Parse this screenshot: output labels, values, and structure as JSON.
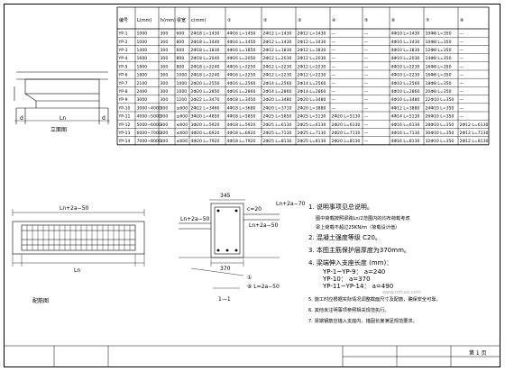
{
  "drawing": {
    "title_block": {
      "page": "第 1 页"
    },
    "table": {
      "headers": [
        "编号",
        "L(mm)",
        "h(mm)",
        "梁宽",
        "c(mm)",
        "①",
        "②",
        "③",
        "④",
        "⑤",
        "⑥",
        "⑦",
        "⑧"
      ],
      "rows": [
        [
          "YP-1",
          "1000",
          "300",
          "600",
          "2Φ18 L=1430",
          "4Φ16 L=1450",
          "2Φ12 L=1430",
          "2Φ12 L=1430",
          "—",
          "—",
          "4Φ10 L=1430",
          "10Φ8 L=350",
          "—"
        ],
        [
          "YP-2",
          "1000",
          "300",
          "800",
          "2Φ18 L=1440",
          "4Φ16 L=1450",
          "2Φ12 L=1430",
          "2Φ12 L=1430",
          "—",
          "—",
          "4Φ10 L=1430",
          "10Φ8 L=350",
          "—"
        ],
        [
          "YP-3",
          "1400",
          "300",
          "600",
          "2Φ18 L=1830",
          "4Φ16 L=1850",
          "2Φ12 L=1830",
          "2Φ12 L=1830",
          "—",
          "—",
          "4Φ10 L=1830",
          "12Φ8 L=350",
          "—"
        ],
        [
          "YP-4",
          "1600",
          "300",
          "800",
          "2Φ18 L=2040",
          "4Φ16 L=2050",
          "2Φ12 L=2030",
          "2Φ12 L=2030",
          "—",
          "—",
          "4Φ10 L=2030",
          "14Φ8 L=350",
          "—"
        ],
        [
          "YP-5",
          "1800",
          "300",
          "800",
          "2Φ18 L=2240",
          "4Φ16 L=2250",
          "2Φ12 L=2230",
          "2Φ12 L=2230",
          "—",
          "—",
          "4Φ10 L=2230",
          "16Φ8 L=350",
          "—"
        ],
        [
          "YP-6",
          "1800",
          "300",
          "1000",
          "2Φ18 L=2240",
          "4Φ16 L=2250",
          "2Φ12 L=2230",
          "2Φ12 L=2230",
          "—",
          "—",
          "4Φ10 L=2230",
          "16Φ8 L=350",
          "—"
        ],
        [
          "YP-7",
          "2100",
          "300",
          "1000",
          "2Φ20 L=2550",
          "4Φ16 L=2560",
          "2Φ14 L=2560",
          "2Φ14 L=2560",
          "—",
          "—",
          "4Φ10 L=2560",
          "18Φ8 L=350",
          "—"
        ],
        [
          "YP-8",
          "2400",
          "300",
          "1000",
          "2Φ20 L=2850",
          "4Φ16 L=2860",
          "2Φ14 L=2860",
          "2Φ14 L=2860",
          "—",
          "—",
          "4Φ10 L=2860",
          "20Φ8 L=350",
          "—"
        ],
        [
          "YP-9",
          "3000",
          "300",
          "1200",
          "2Φ22 L=3470",
          "4Φ18 L=3450",
          "2Φ20 L=3480",
          "2Φ20 L=3480",
          "—",
          "—",
          "4Φ10 L=3480",
          "22Φ10 L=350",
          "—"
        ],
        [
          "YP-10",
          "3000~4000",
          "300",
          "≤600",
          "2Φ22 L=3460",
          "4Φ18 L=3680",
          "2Φ20 L=3710",
          "2Φ20 L=3880",
          "—",
          "—",
          "4Φ12 L=3880",
          "24Φ10 L=350",
          "—"
        ],
        [
          "YP-11",
          "4000~5000",
          "300",
          "≤600",
          "3Φ20 L=4850",
          "4Φ18 L=5850",
          "2Φ25 L=5850",
          "2Φ25 L=5130",
          "2Φ20 L=5130",
          "—",
          "4Φ14 L=5130",
          "26Φ10 L=350",
          "—"
        ],
        [
          "YP-12",
          "5000~6000",
          "300",
          "≤600",
          "3Φ20 L=5920",
          "4Φ18 L=5920",
          "2Φ25 L=6130",
          "2Φ25 L=6130",
          "2Φ20 L=6130",
          "—",
          "4Φ16 L=6130",
          "28Φ10 L=350",
          "2Φ12 L=6130"
        ],
        [
          "YP-13",
          "6000~7000",
          "300",
          "≤600",
          "4Φ20 L=6920",
          "4Φ18 L=6920",
          "2Φ25 L=7130",
          "2Φ25 L=7130",
          "2Φ20 L=7130",
          "—",
          "4Φ16 L=7130",
          "30Φ10 L=350",
          "2Φ12 L=7130"
        ],
        [
          "YP-14",
          "7000~8000",
          "300",
          "≤600",
          "4Φ20 L=7920",
          "4Φ18 L=7920",
          "2Φ25 L=8130",
          "2Φ25 L=8130",
          "2Φ20 L=8130",
          "—",
          "4Φ16 L=8130",
          "32Φ10 L=350",
          "2Φ12 L=8130"
        ]
      ]
    },
    "elevation": {
      "caption": "立面图",
      "dim_left": "d",
      "dim_mid": "Ln",
      "dim_right": "d"
    },
    "rebar_view": {
      "caption": "配筋图",
      "dim_top": "Ln+2a−50",
      "dim_bottom": "Ln"
    },
    "section": {
      "caption": "1—1",
      "dim_top": "345",
      "dim_c": "c=20",
      "dim_right": "Ln+2a−70",
      "dim_mid1": "Ln+2a−50",
      "dim_mid2": "Ln+2a−50",
      "dim_width": "370",
      "note_a": "①",
      "note_b": "⑧ L=2a−50",
      "caption_b": "⑧"
    },
    "notes": {
      "title": "1. 说明事项见总说明。",
      "lines": [
        "图中荷载按照梁跨Ln/2范围内的均布荷载考虑",
        "梁上荷载不超过25KN/m（荷载设计值）",
        "2. 混凝土强度等级 C20。",
        "3. 本图主筋保护层厚度为370mm。",
        "4. 梁端伸入支座长度 (mm)：",
        "YP-1~YP-9：    a=240",
        "YP-10：        a=370",
        "YP-11~YP-14：  a=490",
        "5. 施工时应根据实际情况调整截面尺寸及配筋，确保安全可靠。",
        "6. 其他未注明事项参照相关规范执行。",
        "7. 梁端钢筋应锚入支座内，锚固长度满足规范要求。"
      ],
      "watermark": "www.mfcad.com"
    }
  }
}
